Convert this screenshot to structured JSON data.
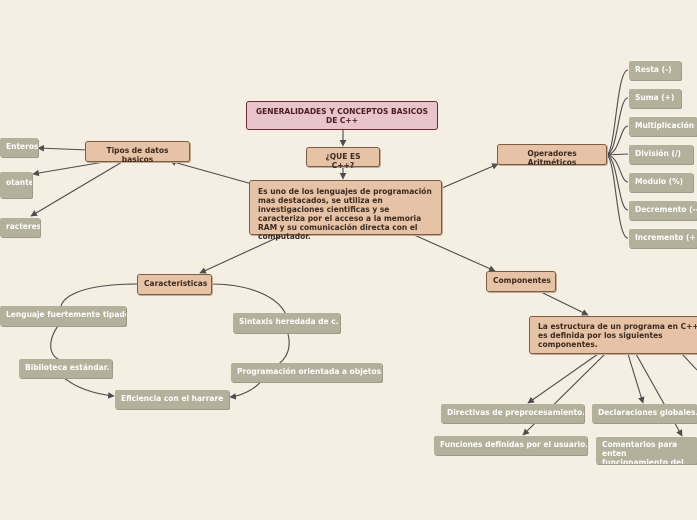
{
  "title": "GENERALIDADES Y CONCEPTOS BASICOS DE C++",
  "question": "¿QUE ES C++?",
  "definition": "Es uno de los lenguajes de programación mas destacados, se utiliza en investigaciones cientificas y  se caracteriza por el acceso a la memoria RAM y su comunicación directa con el computador.",
  "tipos": {
    "label": "Tipos de datos basicos",
    "items": [
      "Enteros",
      "otante",
      "racteres"
    ]
  },
  "operadores": {
    "label": "Operadores Aritméticos",
    "items": [
      "Resta (-)",
      "Suma (+)",
      "Multiplicación (",
      "División (/)",
      "Modulo (%)",
      "Decremento (--",
      "Incremento (+"
    ]
  },
  "caracteristicas": {
    "label": "Caracteristicas",
    "items": [
      "Lenguaje fuertemente tipado.",
      "Sintaxis heredada de c.",
      "Biblioteca estándar.",
      "Programación orientada a objetos.",
      "Eficiencia con el harrare"
    ]
  },
  "componentes": {
    "label": "Componentes",
    "description": "La estructura de un programa en C++ es definida por los siguientes componentes.",
    "items": [
      "Directivas de preprocesamiento.",
      "Declaraciones globales.",
      "Funciones definidas por el usuario.",
      "Comentarios para enten funcionamiento del prog"
    ]
  }
}
